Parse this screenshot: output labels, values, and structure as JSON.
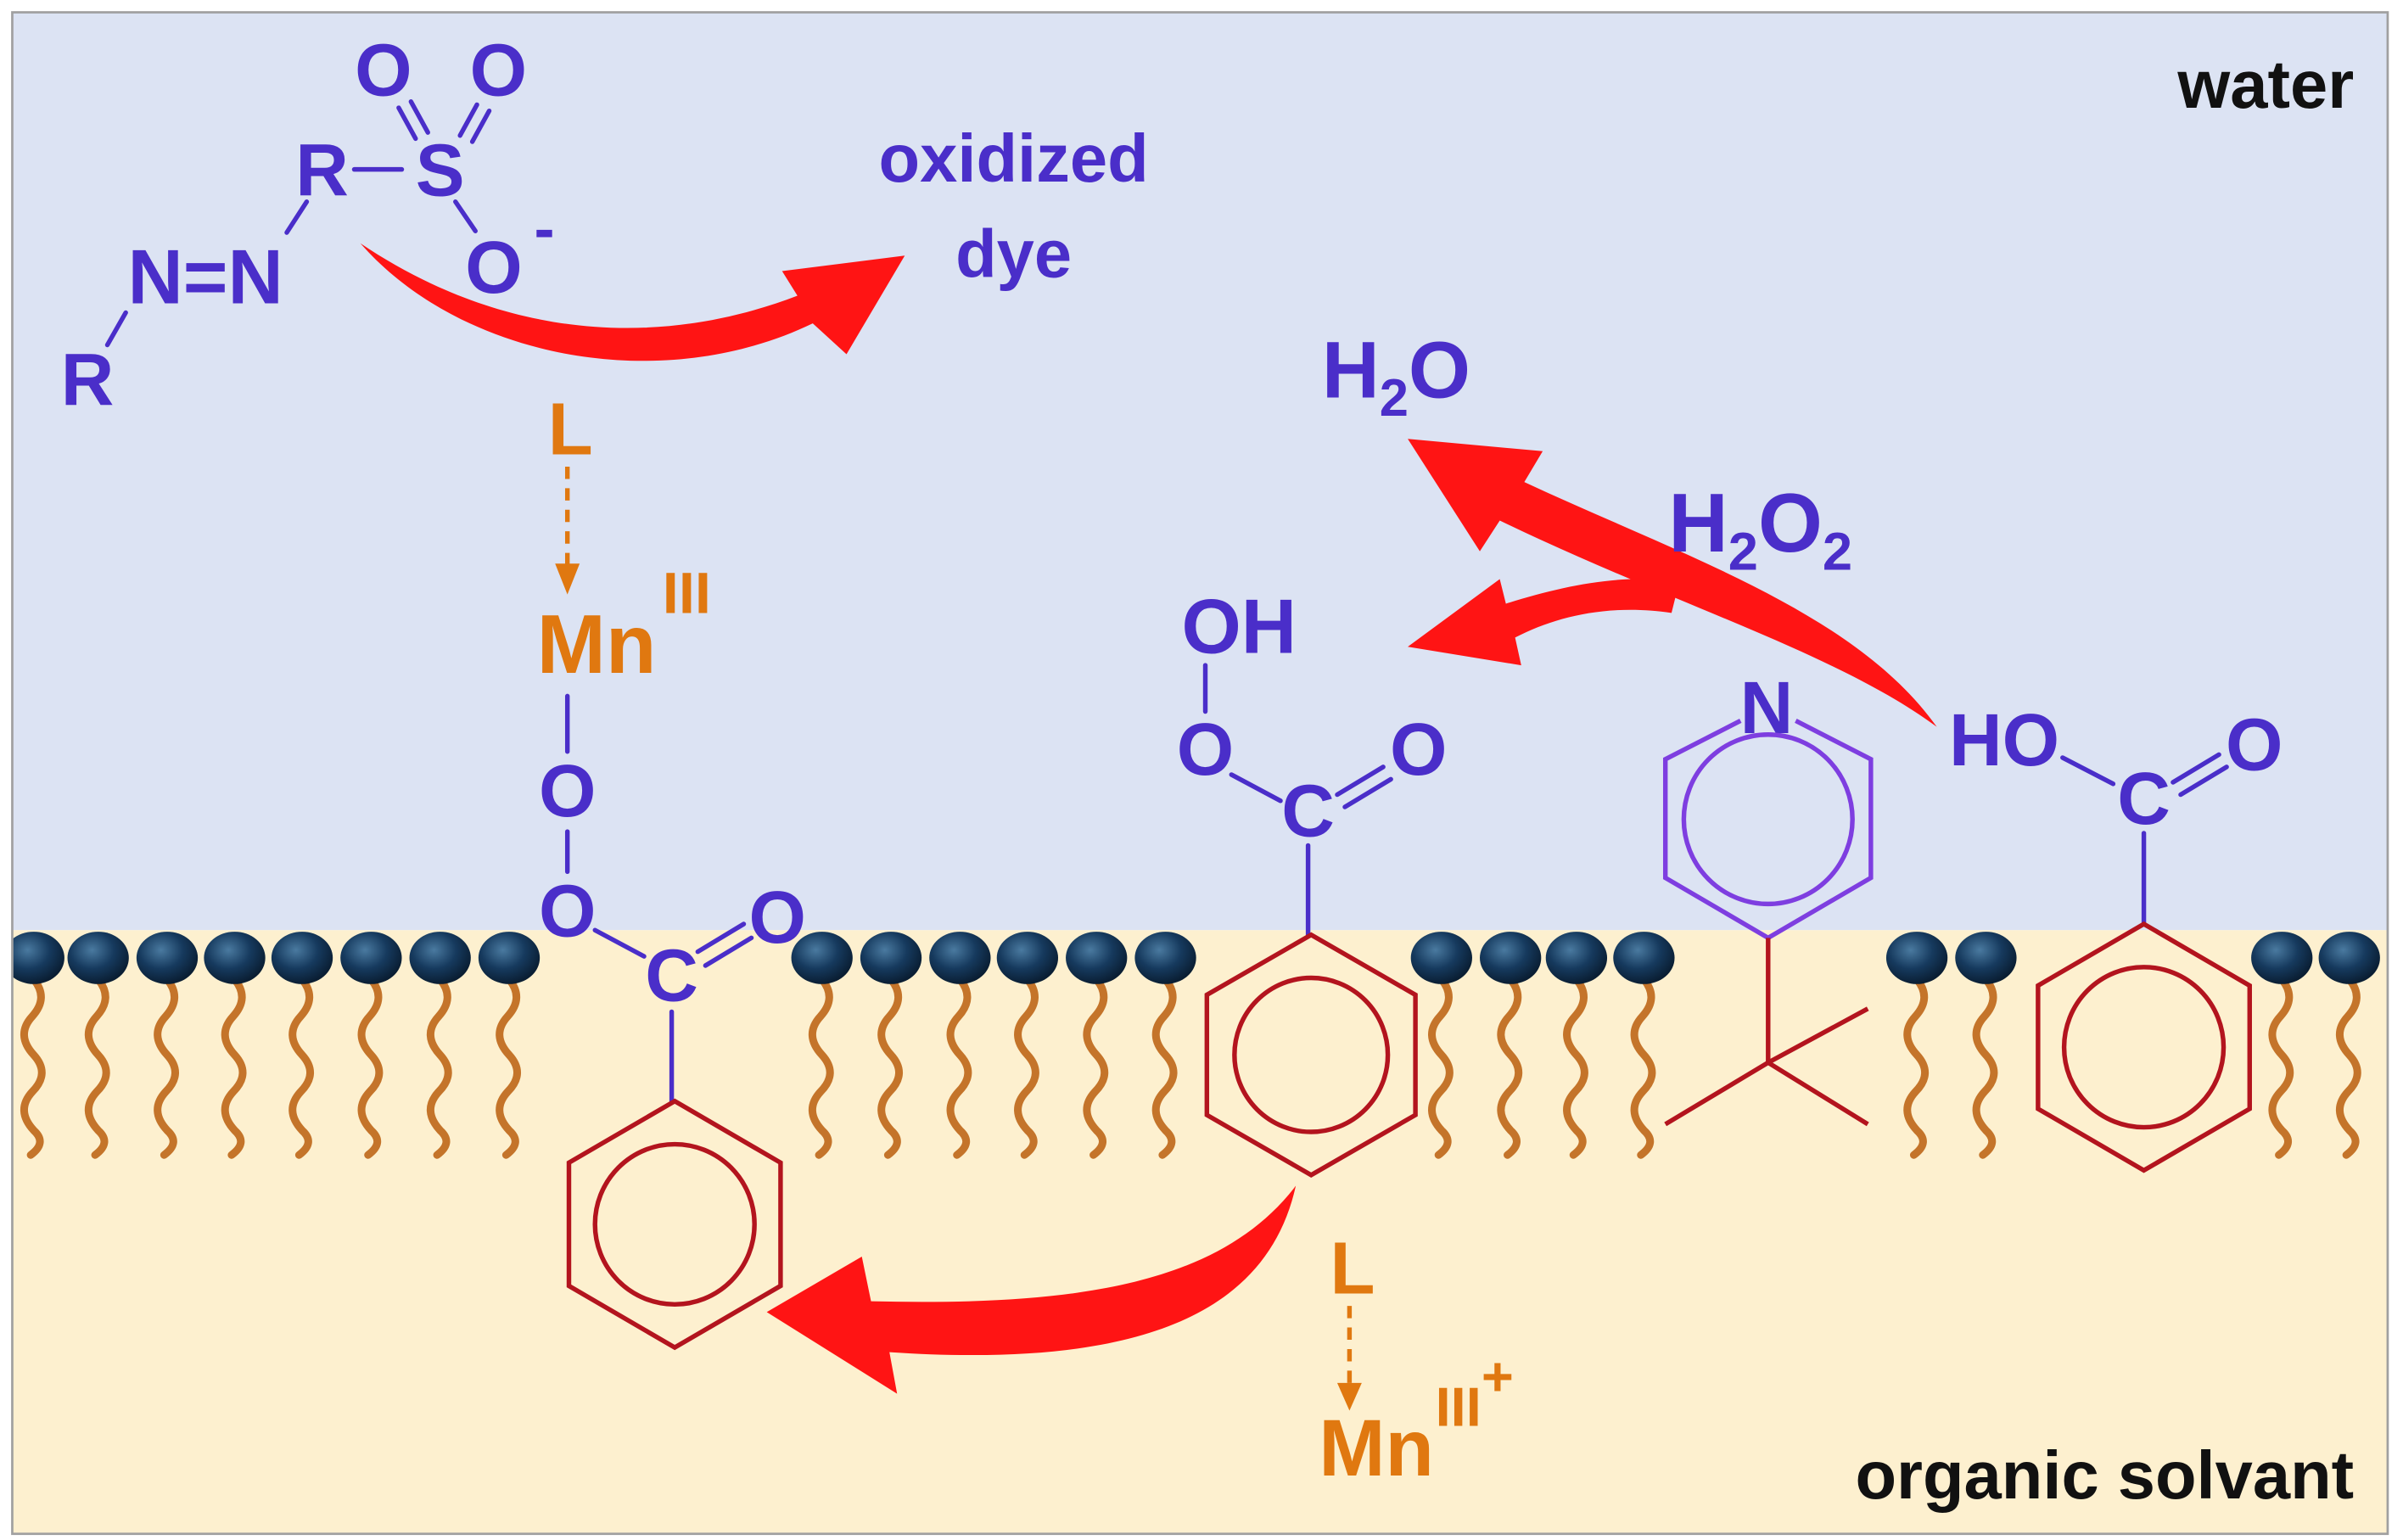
{
  "phases": {
    "water": "water",
    "organic": "organic solvant"
  },
  "product": {
    "line1": "oxidized",
    "line2": "dye"
  },
  "dye": {
    "oxygen_left": "O",
    "oxygen_right": "O",
    "r_group_upper": "R",
    "sulfur": "S",
    "oxygen_anion": "O",
    "anion_charge": "-",
    "azo": "N=N",
    "r_group_lower": "R"
  },
  "catalyst_top": {
    "ligand": "L",
    "metal": "Mn",
    "oxidation_state": "III"
  },
  "peroxo_ester": {
    "oxygen_1": "O",
    "oxygen_2": "O",
    "carbon": "C",
    "carbonyl_oxygen": "O"
  },
  "peracid": {
    "hydroxyl": "OH",
    "oxygen": "O",
    "carbon": "C",
    "carbonyl_oxygen": "O"
  },
  "pyridine": {
    "nitrogen": "N"
  },
  "benzoic_acid": {
    "hydroxyl": "HO",
    "carbon": "C",
    "carbonyl_oxygen": "O"
  },
  "water_product": {
    "h": "H",
    "sub": "2",
    "o": "O"
  },
  "peroxide": {
    "h": "H",
    "sub_h": "2",
    "o": "O",
    "sub_o": "2"
  },
  "catalyst_bottom": {
    "ligand": "L",
    "metal": "Mn",
    "oxidation_state": "III",
    "charge": "+"
  },
  "colors": {
    "molecule_blue": "#4a2ec9",
    "catalyst_orange": "#e07810",
    "arrow_red": "#ff1414",
    "ring_red": "#b3141e",
    "pyridine_purple": "#7e3ee0",
    "water_phase": "#dce3f3",
    "organic_phase": "#fdf0cf",
    "surfactant_head": "#12304f",
    "surfactant_tail": "#c4742a",
    "label_black": "#111111"
  }
}
